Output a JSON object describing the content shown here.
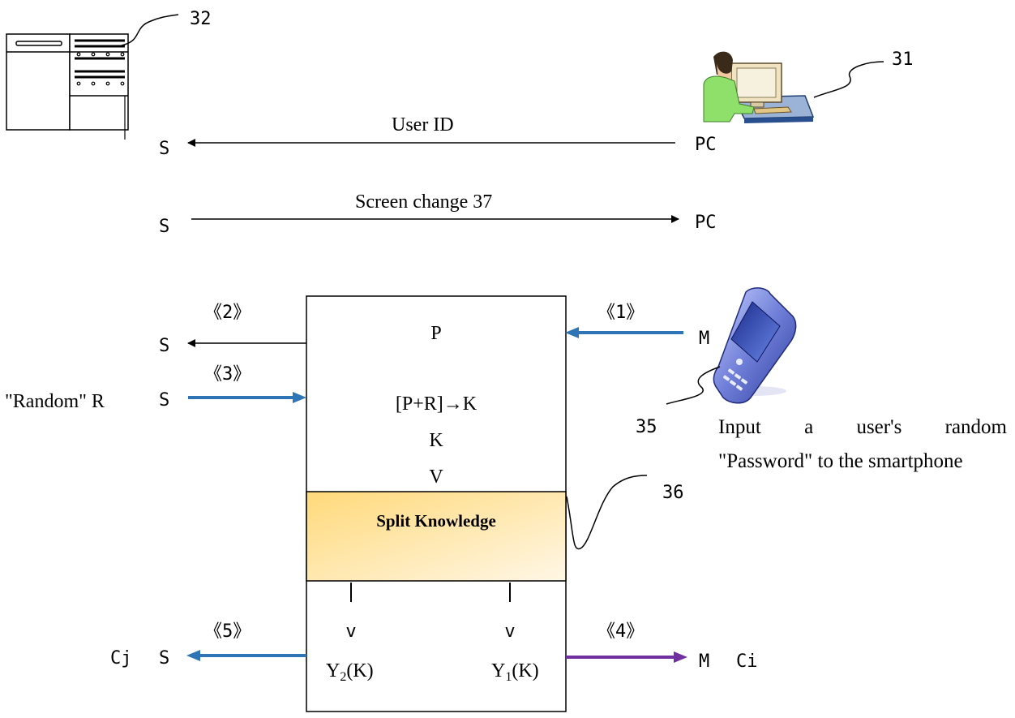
{
  "labels": {
    "ref_server": "32",
    "ref_pc": "31",
    "ref_phone": "35",
    "ref_split": "36",
    "s_node": "S",
    "pc_node": "PC",
    "m_node": "M",
    "user_id": "User ID",
    "screen_change": "Screen change 37",
    "step1": "《1》",
    "step2": "《2》",
    "step3": "《3》",
    "step4": "《4》",
    "step5": "《5》",
    "random_r": "\"Random\" R",
    "cj": "Cj",
    "ci": "Ci"
  },
  "box": {
    "p": "P",
    "formula": "[P+R]→K",
    "k": "K",
    "v": "V",
    "split": "Split Knowledge",
    "v_left": "v",
    "v_right": "v",
    "y2": "Y",
    "y2_sub": "2",
    "y2_tail": "(K)",
    "y1": "Y",
    "y1_sub": "1",
    "y1_tail": "(K)"
  },
  "description": {
    "words": [
      "Input",
      "a",
      "user's",
      "random"
    ],
    "line2": "\"Password\" to the smartphone"
  },
  "colors": {
    "blue_arrow": "#2e75b6",
    "purple_arrow": "#7030a0",
    "split_gradient_start": "#ffd97a",
    "split_gradient_end": "#fff7e6"
  }
}
